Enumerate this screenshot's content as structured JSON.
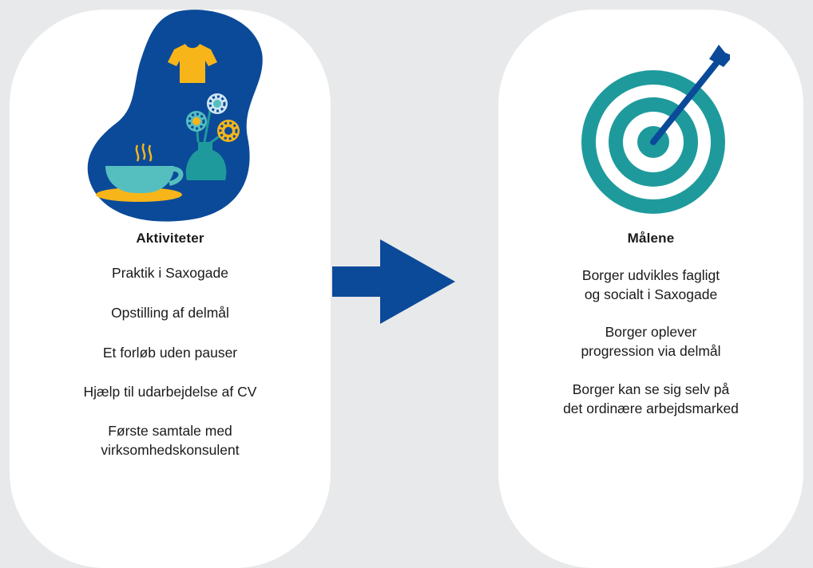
{
  "activities": {
    "title": "Aktiviteter",
    "items": [
      "Praktik i Saxogade",
      "Opstilling af delmål",
      "Et forløb uden pauser",
      "Hjælp til udarbejdelse af CV",
      "Første samtale med",
      "virksomhedskonsulent"
    ]
  },
  "goals": {
    "title": "Målene",
    "items": [
      "Borger udvikles fagligt",
      "og socialt i Saxogade",
      "Borger oplever",
      "progression via delmål",
      "Borger kan se sig selv på",
      "det ordinære arbejdsmarked"
    ]
  },
  "colors": {
    "background": "#e8e9eb",
    "card": "#ffffff",
    "navy": "#0b4a99",
    "arrow": "#0b4a99",
    "teal": "#1f9a9c",
    "teal_light": "#55bfc0",
    "yellow": "#f7b519",
    "light_blue": "#cfe6f2"
  },
  "icons": {
    "activities": "coffee-cup-flowers-shirt-icon",
    "goals": "target-dart-icon",
    "flow": "right-arrow-icon"
  }
}
